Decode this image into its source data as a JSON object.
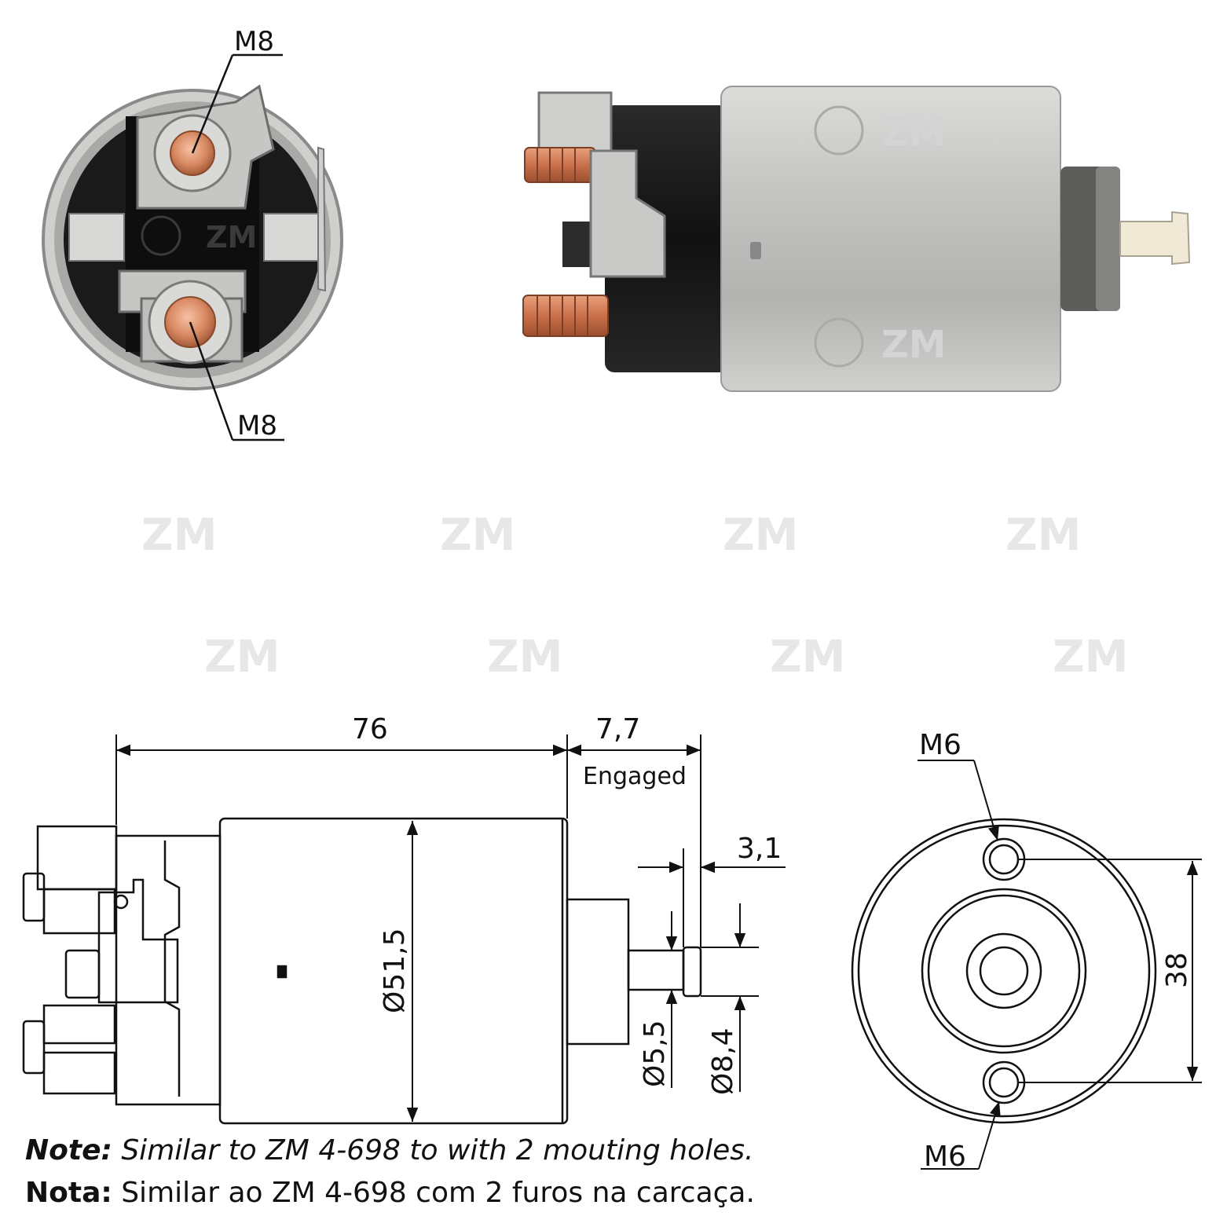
{
  "photos": {
    "end_view_labels": [
      "M8",
      "M8"
    ],
    "brand_watermark": "ZM"
  },
  "drawing": {
    "dims": {
      "length": "76",
      "travel": "7,7",
      "travel_note": "Engaged",
      "tip_length": "3,1",
      "body_diameter": "Ø51,5",
      "shaft_diameter": "Ø5,5",
      "tip_diameter": "Ø8,4",
      "hole_spacing": "38"
    },
    "hole_labels": [
      "M6",
      "M6"
    ]
  },
  "notes": {
    "en_label": "Note:",
    "en_text": " Similar to ZM 4-698 to with 2 mouting holes.",
    "pt_label": "Nota:",
    "pt_text": " Similar ao ZM 4-698 com 2 furos na carcaça."
  },
  "colors": {
    "copper": "#c9704a",
    "steel": "#b9b9b7",
    "black_housing": "#1b1b1b"
  }
}
